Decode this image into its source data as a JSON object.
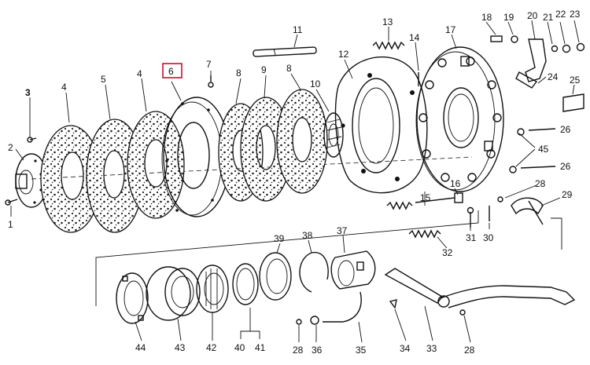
{
  "diagram": {
    "highlight_color": "#c8102e",
    "highlighted_callout": "6",
    "callouts": [
      {
        "id": "c1",
        "text": "1"
      },
      {
        "id": "c2",
        "text": "2"
      },
      {
        "id": "c3",
        "text": "3"
      },
      {
        "id": "c4a",
        "text": "4"
      },
      {
        "id": "c5",
        "text": "5"
      },
      {
        "id": "c4b",
        "text": "4"
      },
      {
        "id": "c6",
        "text": "6"
      },
      {
        "id": "c7",
        "text": "7"
      },
      {
        "id": "c8a",
        "text": "8"
      },
      {
        "id": "c9",
        "text": "9"
      },
      {
        "id": "c8b",
        "text": "8"
      },
      {
        "id": "c10",
        "text": "10"
      },
      {
        "id": "c11",
        "text": "11"
      },
      {
        "id": "c12",
        "text": "12"
      },
      {
        "id": "c13",
        "text": "13"
      },
      {
        "id": "c14",
        "text": "14"
      },
      {
        "id": "c15",
        "text": "15"
      },
      {
        "id": "c16",
        "text": "16"
      },
      {
        "id": "c17",
        "text": "17"
      },
      {
        "id": "c18",
        "text": "18"
      },
      {
        "id": "c19",
        "text": "19"
      },
      {
        "id": "c20",
        "text": "20"
      },
      {
        "id": "c21",
        "text": "21"
      },
      {
        "id": "c22",
        "text": "22"
      },
      {
        "id": "c23",
        "text": "23"
      },
      {
        "id": "c24",
        "text": "24"
      },
      {
        "id": "c25",
        "text": "25"
      },
      {
        "id": "c26a",
        "text": "26"
      },
      {
        "id": "c45",
        "text": "45"
      },
      {
        "id": "c26b",
        "text": "26"
      },
      {
        "id": "c28a",
        "text": "28"
      },
      {
        "id": "c29",
        "text": "29"
      },
      {
        "id": "c31",
        "text": "31"
      },
      {
        "id": "c30",
        "text": "30"
      },
      {
        "id": "c32",
        "text": "32"
      },
      {
        "id": "c37",
        "text": "37"
      },
      {
        "id": "c38",
        "text": "38"
      },
      {
        "id": "c39",
        "text": "39"
      },
      {
        "id": "c44",
        "text": "44"
      },
      {
        "id": "c43",
        "text": "43"
      },
      {
        "id": "c42",
        "text": "42"
      },
      {
        "id": "c40",
        "text": "40"
      },
      {
        "id": "c41",
        "text": "41"
      },
      {
        "id": "c28b",
        "text": "28"
      },
      {
        "id": "c36",
        "text": "36"
      },
      {
        "id": "c35",
        "text": "35"
      },
      {
        "id": "c34",
        "text": "34"
      },
      {
        "id": "c33",
        "text": "33"
      },
      {
        "id": "c28c",
        "text": "28"
      }
    ]
  }
}
